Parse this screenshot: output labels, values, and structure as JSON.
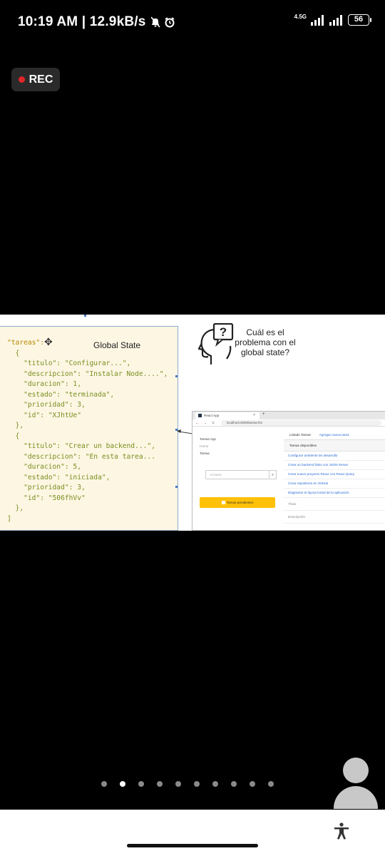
{
  "status_bar": {
    "time": "10:19 AM | 12.9kB/s",
    "network": "4.5G",
    "battery": "56"
  },
  "rec_label": "REC",
  "slide": {
    "code": {
      "key_tareas": "\"tareas\":",
      "lines": [
        "  {",
        "    \"titulo\": \"Configurar...\",",
        "    \"descripcion\": \"Instalar Node....\",",
        "    \"duracion\": 1,",
        "    \"estado\": \"terminada\",",
        "    \"prioridad\": 3,",
        "    \"id\": \"XJhtUe\"",
        "  },",
        "  {",
        "    \"titulo\": \"Crear un backend...\",",
        "    \"descripcion\": \"En esta tarea...",
        "    \"duracion\": 5,",
        "    \"estado\": \"iniciada\",",
        "    \"prioridad\": 3,",
        "    \"id\": \"506fhVv\"",
        "  },",
        "]"
      ]
    },
    "global_state_title": "Global State",
    "question": "Cuál es el problema con el global state?",
    "browser": {
      "tab_title": "React App",
      "tab_close": "×",
      "new_tab": "+",
      "nav_icons": "← → C",
      "address": "localhost:3000/tareas-list",
      "sidebar": {
        "app_title": "Tareas App",
        "home": "Home",
        "tareas": "Tareas"
      },
      "search_placeholder": "Id tarea",
      "pending_button": "Tareas pendientes",
      "main_tabs": [
        "Listado Tareas",
        "Agregar nueva tarea"
      ],
      "list_header": "Tareas disponibles",
      "items": [
        "Configurar ambiente de desarrollo",
        "Crear un backend falso con JSON Server",
        "Crear nuevo proyecto React con React Query",
        "Crear repositorio en GitHub",
        "Diagramar el layout inicial de la aplicación"
      ],
      "field_titulo": "Título",
      "field_descripcion": "Descripción"
    }
  },
  "pager": {
    "count": 10,
    "active_index": 1
  }
}
